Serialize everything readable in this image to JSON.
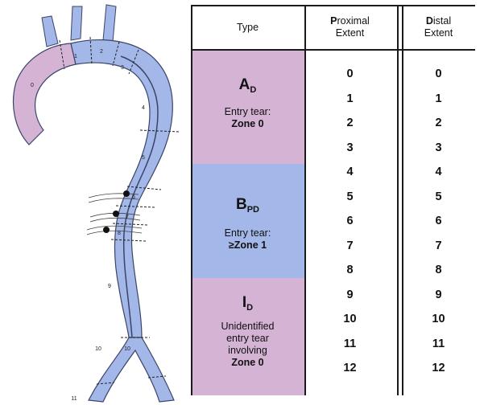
{
  "table": {
    "headers": {
      "type": "Type",
      "proximal": {
        "initial": "P",
        "rest": "roximal",
        "line2": "Extent"
      },
      "distal": {
        "initial": "D",
        "rest": "istal",
        "line2": "Extent"
      }
    },
    "groups": [
      {
        "id": "A",
        "letter": "A",
        "sub": "D",
        "desc1": "Entry tear:",
        "desc2": "",
        "desc3": "",
        "bold": "Zone 0",
        "color": "#d4b3d5"
      },
      {
        "id": "B",
        "letter": "B",
        "sub": "PD",
        "desc1": "Entry tear:",
        "desc2": "",
        "desc3": "",
        "bold": "≥Zone 1",
        "color": "#a3b8e8"
      },
      {
        "id": "I",
        "letter": "I",
        "sub": "D",
        "desc1": "Unidentified",
        "desc2": "entry tear",
        "desc3": "involving",
        "bold": "Zone 0",
        "color": "#d4b3d5"
      }
    ],
    "proximal_extent": [
      "0",
      "1",
      "2",
      "3",
      "4",
      "5",
      "6",
      "7",
      "8",
      "9",
      "10",
      "11",
      "12"
    ],
    "distal_extent": [
      "0",
      "1",
      "2",
      "3",
      "4",
      "5",
      "6",
      "7",
      "8",
      "9",
      "10",
      "11",
      "12"
    ]
  },
  "diagram": {
    "zone_labels": [
      "0",
      "1",
      "2",
      "3",
      "4",
      "5",
      "6",
      "7",
      "8",
      "9",
      "10",
      "10",
      "11"
    ],
    "colors": {
      "zone0": "#d4b3d5",
      "aorta": "#a3b8e8",
      "outline": "#3a4468"
    }
  }
}
